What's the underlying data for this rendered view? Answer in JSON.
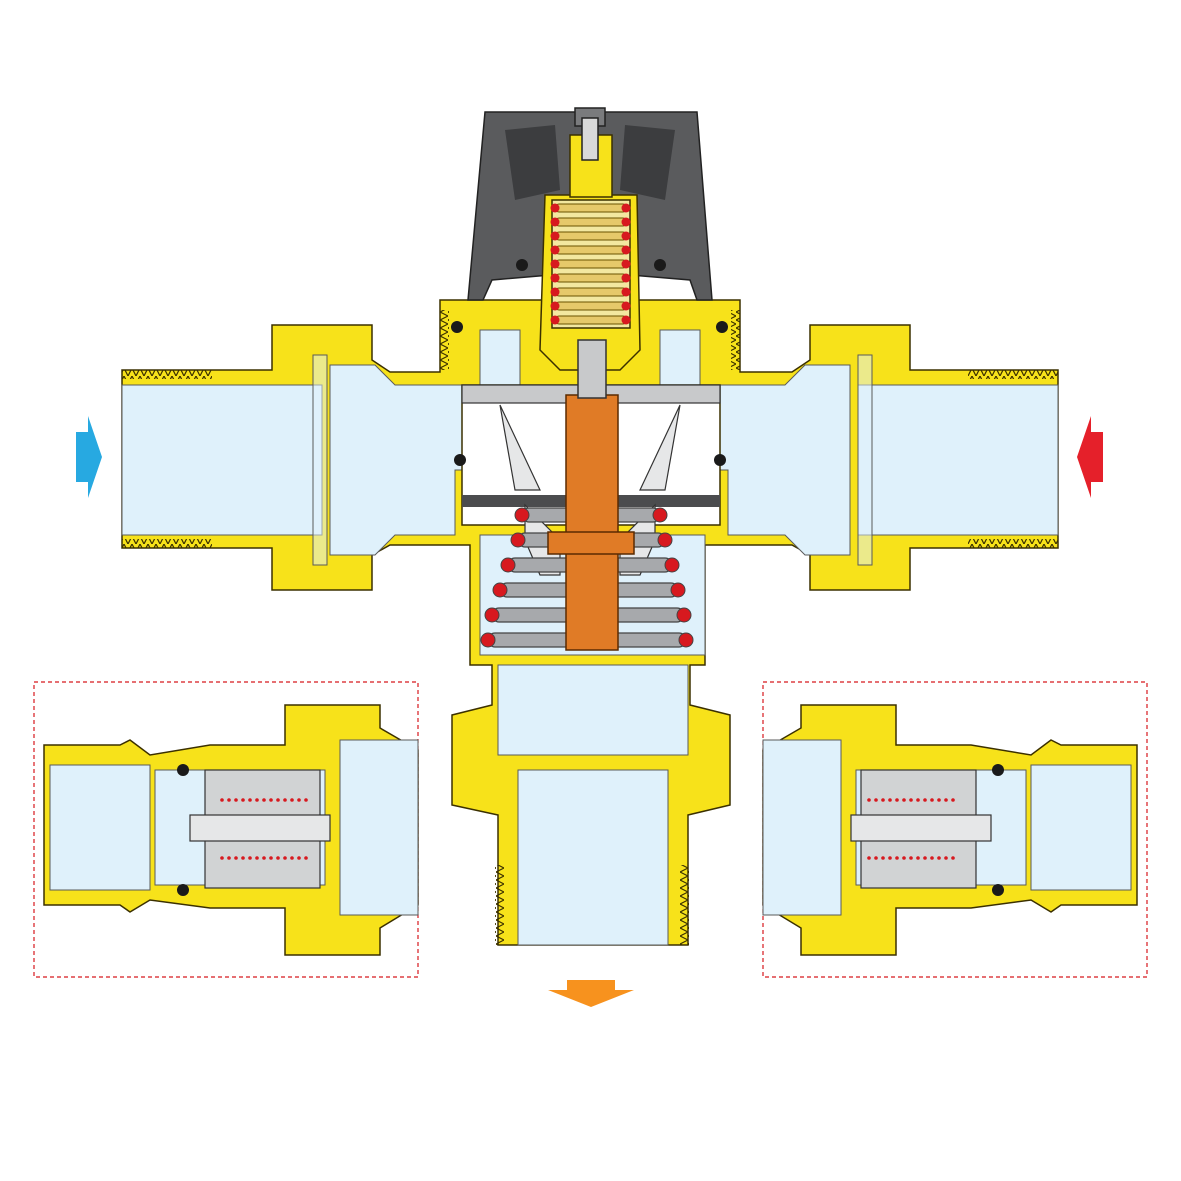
{
  "diagram": {
    "type": "cutaway",
    "labels": []
  },
  "colors": {
    "brass": "#f7e21a",
    "brass_stroke": "#3b3000",
    "water": "#dff1fb",
    "cold": "#27a9e1",
    "hot": "#e5202a",
    "mixed": "#f7921e",
    "wax_element": "#e07b26",
    "knob": "#5a5b5d",
    "spring": "#a7a9ac",
    "spring_dot": "#d7191f",
    "detail_frame": "#d7191f"
  },
  "arrows": [
    {
      "name": "cold-inlet-arrow",
      "direction": "left",
      "color": "cold"
    },
    {
      "name": "hot-inlet-arrow",
      "direction": "left",
      "color": "hot"
    },
    {
      "name": "mixed-outlet-arrow",
      "direction": "down",
      "color": "mixed"
    }
  ],
  "details": [
    {
      "name": "left-check-valve-detail"
    },
    {
      "name": "right-check-valve-detail"
    }
  ]
}
